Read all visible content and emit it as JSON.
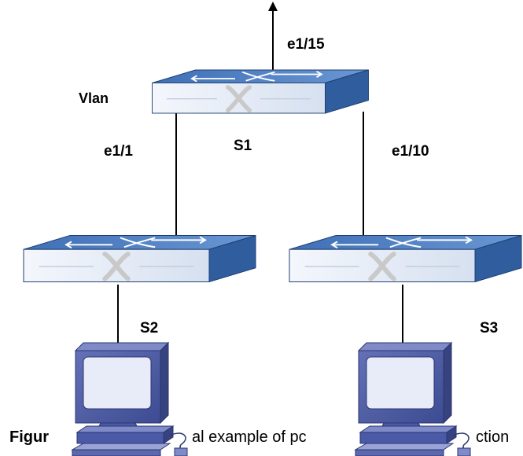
{
  "labels": {
    "uplink_port": "e1/15",
    "vlan": "Vlan",
    "s1": "S1",
    "s1_port_left": "e1/1",
    "s1_port_right": "e1/10",
    "s2": "S2",
    "s3": "S3"
  },
  "caption": {
    "part_a": "Figur",
    "part_b": "al example of pc",
    "part_c": "ction"
  },
  "colors": {
    "switch_top": "#4f7fbe",
    "switch_front": "#e3eaf6",
    "switch_side": "#2f5d9e",
    "switch_outline": "#1d3f73",
    "monitor_body": "#4a5aa6",
    "monitor_screen": "#e8ecf8",
    "line": "#000000"
  },
  "icons": [
    "switch-icon",
    "computer-icon",
    "arrow-up-icon"
  ]
}
